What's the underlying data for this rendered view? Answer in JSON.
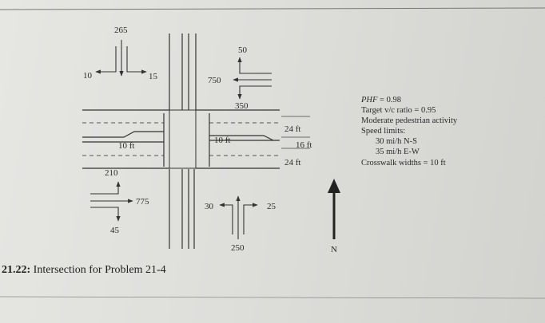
{
  "volumes": {
    "sb_through": "265",
    "sb_right": "10",
    "sb_left": "15",
    "wb_right": "50",
    "wb_through": "750",
    "wb_left": "350",
    "eb_left": "210",
    "eb_through": "775",
    "eb_right": "45",
    "nb_left": "30",
    "nb_right": "25",
    "nb_through": "250"
  },
  "dimensions": {
    "west_median": "10 ft",
    "east_median": "10 ft",
    "east_upper_width": "24 ft",
    "east_median_width": "16 ft",
    "east_lower_width": "24 ft"
  },
  "north_label": "N",
  "notes": {
    "phf_label": "PHF",
    "phf_value": " = 0.98",
    "target_vc": "Target v/c ratio = 0.95",
    "pedestrian": "Moderate pedestrian activity",
    "speed_limits": "Speed limits:",
    "speed_ns": "30 mi/h N-S",
    "speed_ew": "35 mi/h E-W",
    "crosswalk": "Crosswalk widths = 10 ft"
  },
  "caption": {
    "number": "21.22:",
    "text": " Intersection for Problem 21-4"
  }
}
